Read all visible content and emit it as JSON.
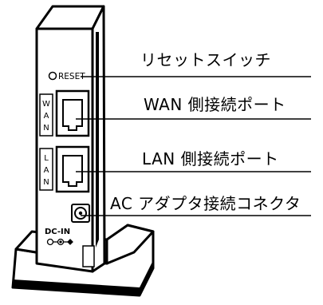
{
  "device": {
    "reset_label": "RESET",
    "wan_side_label": [
      "W",
      "A",
      "N"
    ],
    "lan_side_label": [
      "L",
      "A",
      "N"
    ],
    "dc_in_label": "DC-IN"
  },
  "callouts": [
    {
      "id": "reset",
      "label": "リセットスイッチ"
    },
    {
      "id": "wan",
      "label": "WAN 側接続ポート"
    },
    {
      "id": "lan",
      "label": "LAN 側接続ポート"
    },
    {
      "id": "dc",
      "label": "AC アダプタ接続コネクタ"
    }
  ],
  "colors": {
    "line": "#000000",
    "background": "#ffffff"
  }
}
